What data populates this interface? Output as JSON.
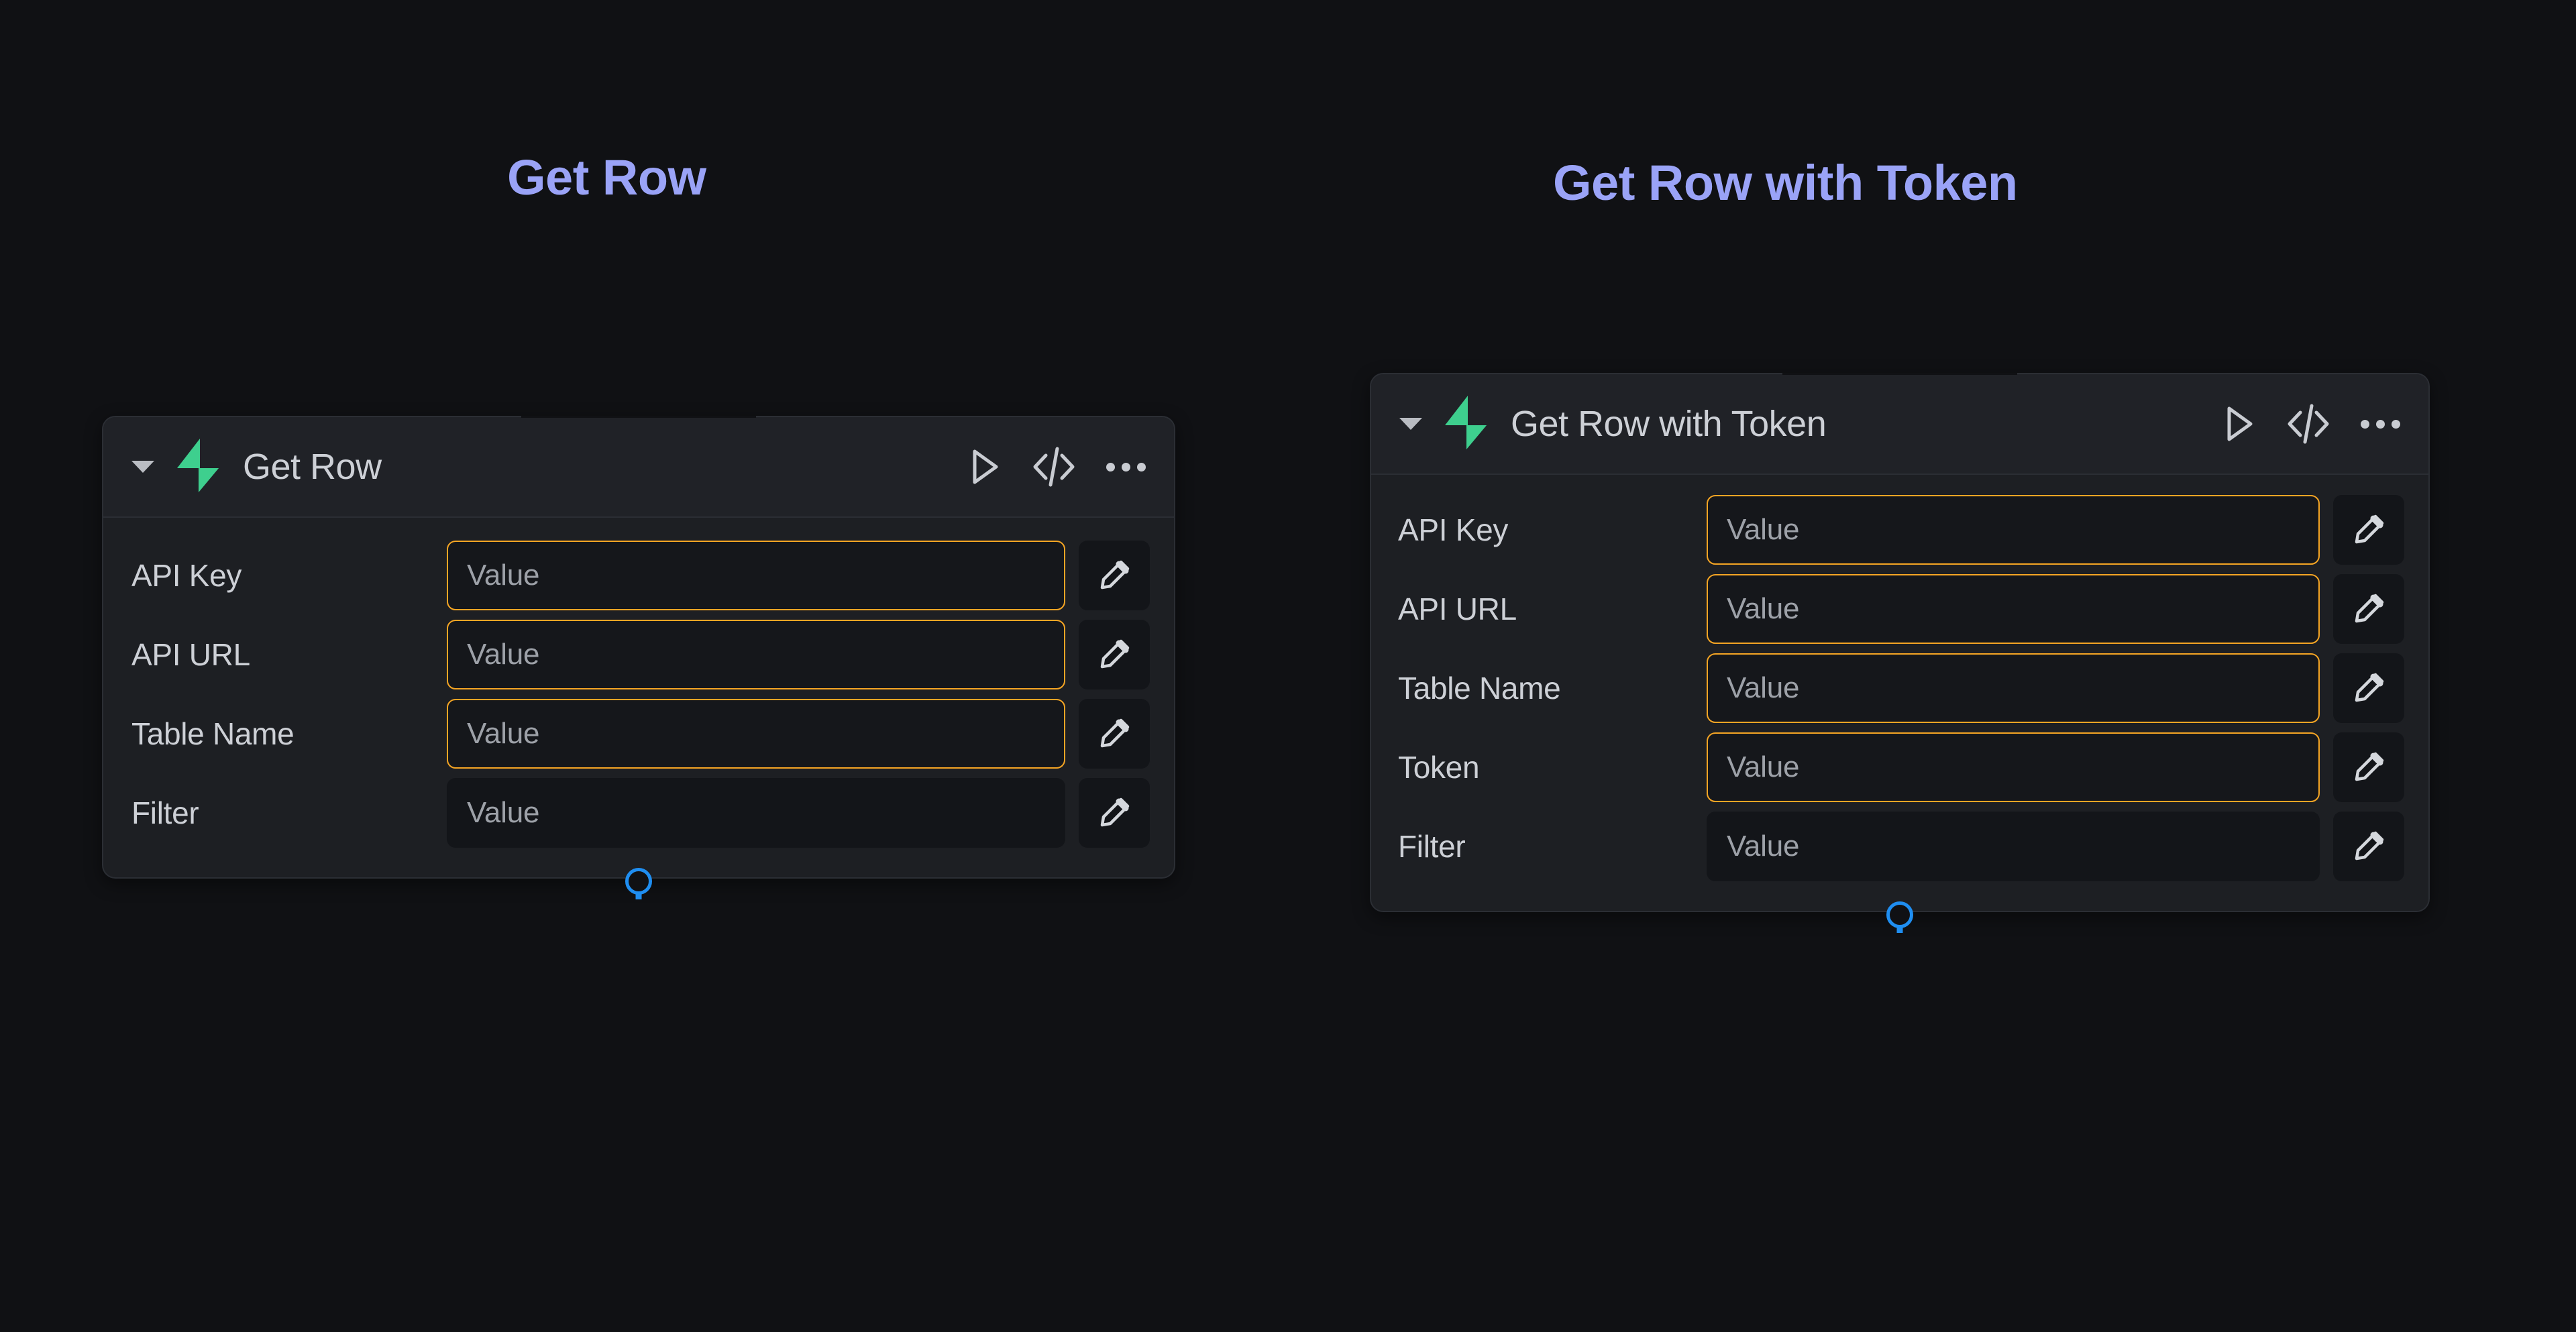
{
  "page": {
    "background_color": "#101114",
    "accent_heading_color": "#9aa3f7",
    "highlight_border_color": "#f5a524",
    "port_color": "#1f8ef1",
    "bolt_color": "#3ecf8e"
  },
  "headings": {
    "left": "Get Row",
    "right": "Get Row with Token"
  },
  "nodes": [
    {
      "id": "get-row",
      "title": "Get Row",
      "icon": "lightning-bolt-icon",
      "header_actions": [
        {
          "name": "run-button",
          "icon": "play-icon"
        },
        {
          "name": "code-button",
          "icon": "code-brackets-icon"
        },
        {
          "name": "more-button",
          "icon": "ellipsis-icon"
        }
      ],
      "collapse_icon": "caret-down-icon",
      "fields": [
        {
          "label": "API Key",
          "placeholder": "Value",
          "value": "",
          "highlighted": true,
          "edit_icon": "pencil-icon"
        },
        {
          "label": "API URL",
          "placeholder": "Value",
          "value": "",
          "highlighted": true,
          "edit_icon": "pencil-icon"
        },
        {
          "label": "Table Name",
          "placeholder": "Value",
          "value": "",
          "highlighted": true,
          "edit_icon": "pencil-icon"
        },
        {
          "label": "Filter",
          "placeholder": "Value",
          "value": "",
          "highlighted": false,
          "edit_icon": "pencil-icon"
        }
      ],
      "output_port": "connection-handle"
    },
    {
      "id": "get-row-with-token",
      "title": "Get Row with Token",
      "icon": "lightning-bolt-icon",
      "header_actions": [
        {
          "name": "run-button",
          "icon": "play-icon"
        },
        {
          "name": "code-button",
          "icon": "code-brackets-icon"
        },
        {
          "name": "more-button",
          "icon": "ellipsis-icon"
        }
      ],
      "collapse_icon": "caret-down-icon",
      "fields": [
        {
          "label": "API Key",
          "placeholder": "Value",
          "value": "",
          "highlighted": true,
          "edit_icon": "pencil-icon"
        },
        {
          "label": "API URL",
          "placeholder": "Value",
          "value": "",
          "highlighted": true,
          "edit_icon": "pencil-icon"
        },
        {
          "label": "Table Name",
          "placeholder": "Value",
          "value": "",
          "highlighted": true,
          "edit_icon": "pencil-icon"
        },
        {
          "label": "Token",
          "placeholder": "Value",
          "value": "",
          "highlighted": true,
          "edit_icon": "pencil-icon"
        },
        {
          "label": "Filter",
          "placeholder": "Value",
          "value": "",
          "highlighted": false,
          "edit_icon": "pencil-icon"
        }
      ],
      "output_port": "connection-handle"
    }
  ]
}
